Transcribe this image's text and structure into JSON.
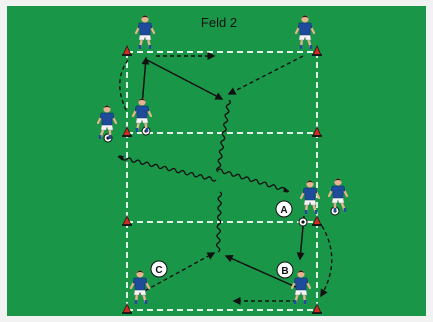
{
  "title": "Feld 2",
  "colors": {
    "field": "#1a9648",
    "border": "#f2f2f2",
    "lines": "#ffffff",
    "arrows": "#111111",
    "player_shirt": "#1e4c9a",
    "player_shorts": "#f4f4f4",
    "player_skin": "#e7b48f",
    "player_hair": "#2a1a10",
    "cone_red": "#d42a1f",
    "cone_dark": "#1a1a1a"
  },
  "markers": {
    "a": "A",
    "b": "B",
    "c": "C"
  }
}
